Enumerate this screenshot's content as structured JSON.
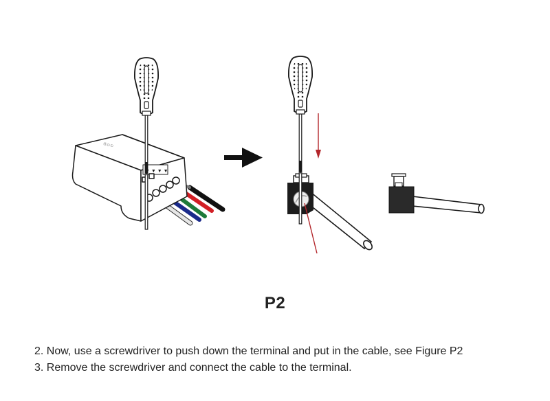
{
  "figure": {
    "caption": "P2",
    "controller_label": "Ⓡ⊙⊙",
    "colors": {
      "wire_black": "#111111",
      "wire_red": "#d21f26",
      "wire_green": "#1e7a3a",
      "wire_blue": "#1a2a8a",
      "wire_white": "#e6e6e6",
      "arrow_red": "#b3262b",
      "outline": "#1a1a1a"
    },
    "icons": [
      "screwdriver-icon",
      "right-arrow-icon",
      "down-arrow-icon",
      "terminal-block-icon",
      "cable-icon"
    ]
  },
  "instructions": [
    "2. Now, use a screwdriver to push down the terminal and put in the cable, see Figure P2",
    "3. Remove the screwdriver and connect the cable to the terminal."
  ]
}
